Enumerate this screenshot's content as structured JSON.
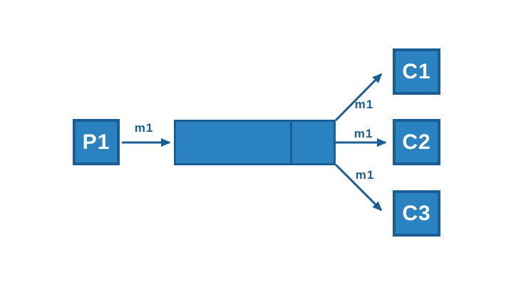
{
  "diagram": {
    "type": "message-flow",
    "nodes": {
      "producer": {
        "label": "P1"
      },
      "queue": {
        "segments": 2
      },
      "consumers": [
        {
          "label": "C1"
        },
        {
          "label": "C2"
        },
        {
          "label": "C3"
        }
      ]
    },
    "arrows": [
      {
        "label": "m1",
        "from": "P1",
        "to": "queue"
      },
      {
        "label": "m1",
        "from": "queue",
        "to": "C1"
      },
      {
        "label": "m1",
        "from": "queue",
        "to": "C2"
      },
      {
        "label": "m1",
        "from": "queue",
        "to": "C3"
      }
    ],
    "colors": {
      "node_fill": "#2a82c0",
      "node_border": "#1b5e94",
      "arrow": "#1b5e94",
      "label_text": "#1b5e94",
      "node_text": "#ffffff",
      "background": "#ffffff"
    }
  }
}
